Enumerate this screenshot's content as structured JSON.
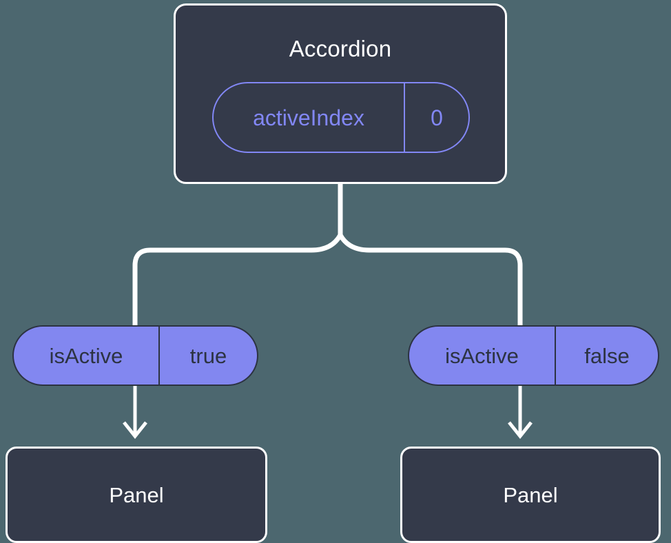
{
  "background_color": "#4c676f",
  "theme": {
    "node_fill": "#343a4a",
    "node_border": "#ffffff",
    "state_accent": "#8287f5",
    "prop_fill": "#8287f0",
    "prop_text": "#2c3342",
    "connector": "#ffffff"
  },
  "diagram": {
    "root": {
      "title": "Accordion",
      "state": {
        "key": "activeIndex",
        "value": "0"
      }
    },
    "branches": [
      {
        "prop": {
          "key": "isActive",
          "value": "true"
        },
        "child": {
          "title": "Panel"
        }
      },
      {
        "prop": {
          "key": "isActive",
          "value": "false"
        },
        "child": {
          "title": "Panel"
        }
      }
    ]
  }
}
